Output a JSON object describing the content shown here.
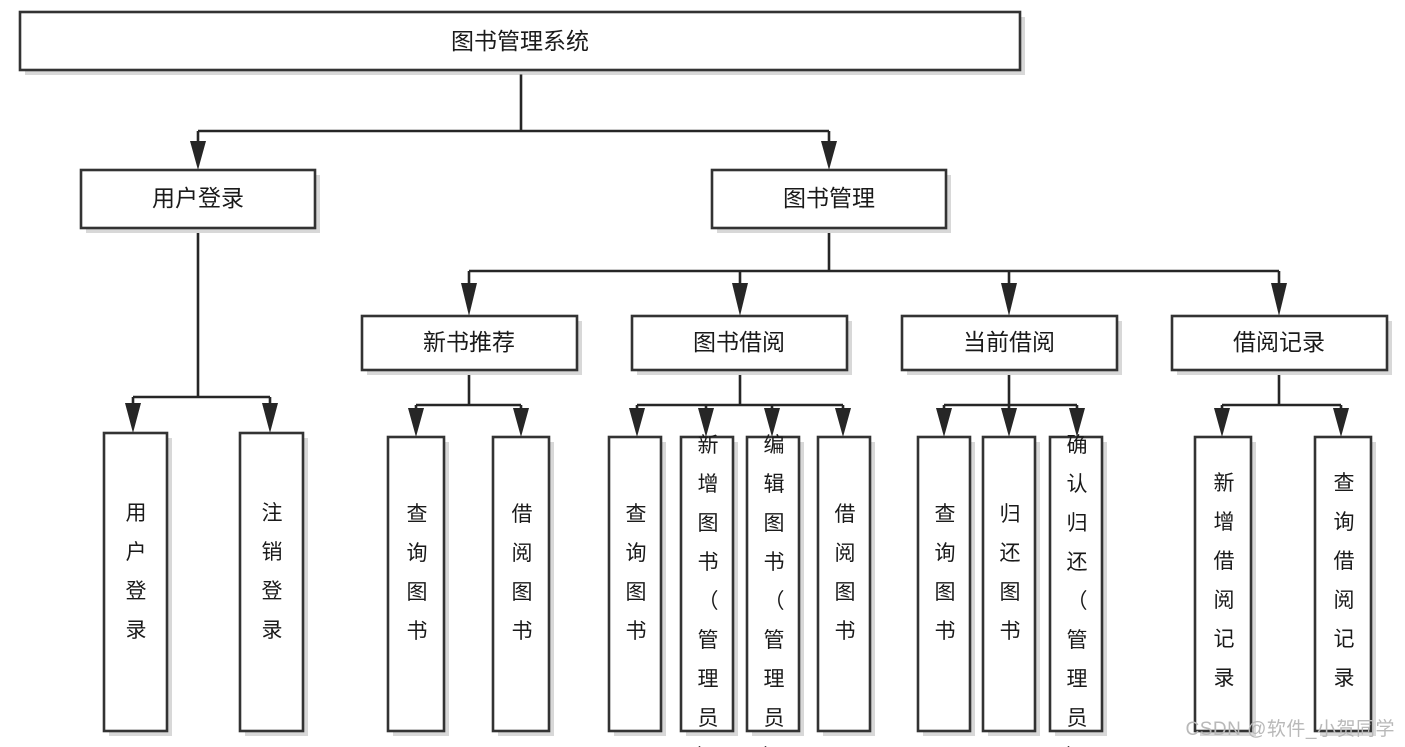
{
  "diagram": {
    "title": "图书管理系统",
    "type": "tree-hierarchy",
    "watermark": "CSDN @软件_小贺同学",
    "colors": {
      "box_fill": "#ffffff",
      "box_stroke": "#333333",
      "line": "#262626",
      "text": "#1a1a1a",
      "watermark": "#b9b9b9"
    },
    "levels": [
      {
        "level": 0,
        "nodes": [
          "图书管理系统"
        ]
      },
      {
        "level": 1,
        "nodes": [
          "用户登录",
          "图书管理"
        ]
      },
      {
        "level": 2,
        "nodes": [
          "新书推荐",
          "图书借阅",
          "当前借阅",
          "借阅记录"
        ]
      }
    ],
    "root": {
      "label": "图书管理系统",
      "children": [
        {
          "label": "用户登录",
          "children": [
            {
              "label": "用户登录"
            },
            {
              "label": "注销登录"
            }
          ]
        },
        {
          "label": "图书管理",
          "children": [
            {
              "label": "新书推荐",
              "children": [
                {
                  "label": "查询图书"
                },
                {
                  "label": "借阅图书"
                }
              ]
            },
            {
              "label": "图书借阅",
              "children": [
                {
                  "label": "查询图书"
                },
                {
                  "label": "新增图书（管理员）"
                },
                {
                  "label": "编辑图书（管理员）"
                },
                {
                  "label": "借阅图书"
                }
              ]
            },
            {
              "label": "当前借阅",
              "children": [
                {
                  "label": "查询图书"
                },
                {
                  "label": "归还图书"
                },
                {
                  "label": "确认归还（管理员）"
                }
              ]
            },
            {
              "label": "借阅记录",
              "children": [
                {
                  "label": "新增借阅记录"
                },
                {
                  "label": "查询借阅记录"
                }
              ]
            }
          ]
        }
      ]
    },
    "nodes": {
      "root": {
        "label": "图书管理系统"
      },
      "user_login": {
        "label": "用户登录"
      },
      "book_manage": {
        "label": "图书管理"
      },
      "new_book_rec": {
        "label": "新书推荐"
      },
      "book_borrow": {
        "label": "图书借阅"
      },
      "current_borrow": {
        "label": "当前借阅"
      },
      "borrow_record": {
        "label": "借阅记录"
      },
      "leaf_user_login": {
        "label": "用户登录"
      },
      "leaf_logout": {
        "label": "注销登录"
      },
      "leaf_query_book_1": {
        "label": "查询图书"
      },
      "leaf_borrow_book_1": {
        "label": "借阅图书"
      },
      "leaf_query_book_2": {
        "label": "查询图书"
      },
      "leaf_add_book": {
        "label": "新增图书（管理员）"
      },
      "leaf_edit_book": {
        "label": "编辑图书（管理员）"
      },
      "leaf_borrow_book_2": {
        "label": "借阅图书"
      },
      "leaf_query_book_3": {
        "label": "查询图书"
      },
      "leaf_return_book": {
        "label": "归还图书"
      },
      "leaf_confirm_return": {
        "label": "确认归还（管理员）"
      },
      "leaf_add_record": {
        "label": "新增借阅记录"
      },
      "leaf_query_record": {
        "label": "查询借阅记录"
      }
    }
  }
}
